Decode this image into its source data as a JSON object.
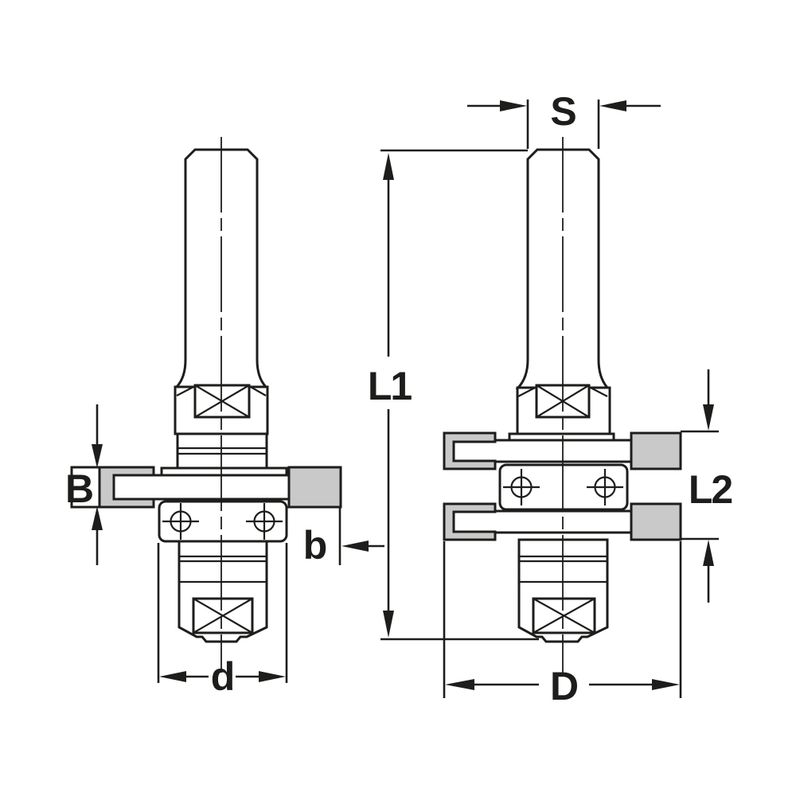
{
  "drawing": {
    "kind": "technical-dimension-diagram",
    "subject": "slot cutter router bit, two side views",
    "background_color": "#ffffff",
    "line_color": "#1d1d1b",
    "tip_fill_color": "#c9c9c9",
    "views": {
      "left": {
        "name": "single slot cutter view",
        "dimension_labels": {
          "cutter_thickness": "B",
          "tip_overhang": "b",
          "hub_diameter": "d"
        }
      },
      "right": {
        "name": "double slot cutter view",
        "dimension_labels": {
          "shank_diameter": "S",
          "overall_length": "L1",
          "cutting_length": "L2",
          "cutting_diameter": "D"
        }
      }
    }
  }
}
